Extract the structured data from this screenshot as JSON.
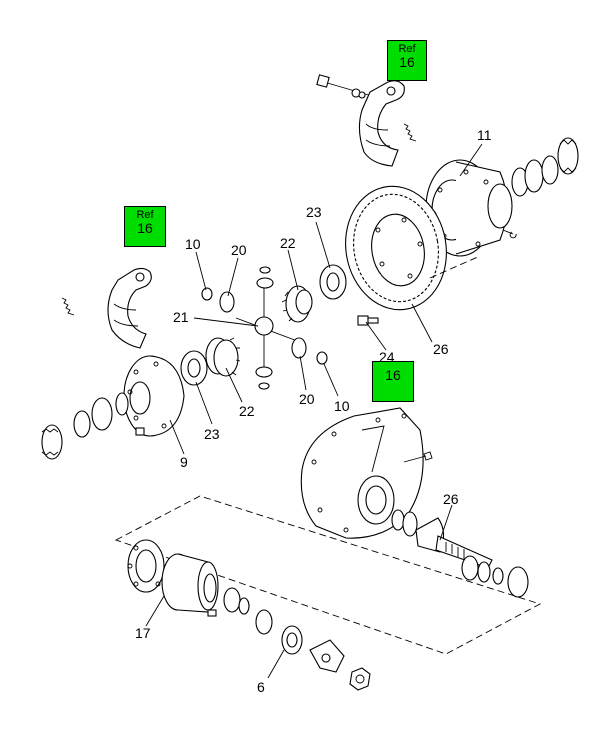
{
  "ref_boxes": [
    {
      "id": "ref-box-top",
      "word": "Ref",
      "number": "16"
    },
    {
      "id": "ref-box-left",
      "word": "Ref",
      "number": "16"
    },
    {
      "id": "ref-box-mid",
      "word": "",
      "number": "16"
    }
  ],
  "callouts": {
    "c11": "11",
    "c23_top": "23",
    "c22_top": "22",
    "c20_top": "20",
    "c10_top": "10",
    "c21": "21",
    "c26_ring": "26",
    "c24": "24",
    "c22_bottom": "22",
    "c20_bottom": "20",
    "c10_bottom": "10",
    "c23_bottom": "23",
    "c9": "9",
    "c26_pinion": "26",
    "c17": "17",
    "c6": "6"
  }
}
